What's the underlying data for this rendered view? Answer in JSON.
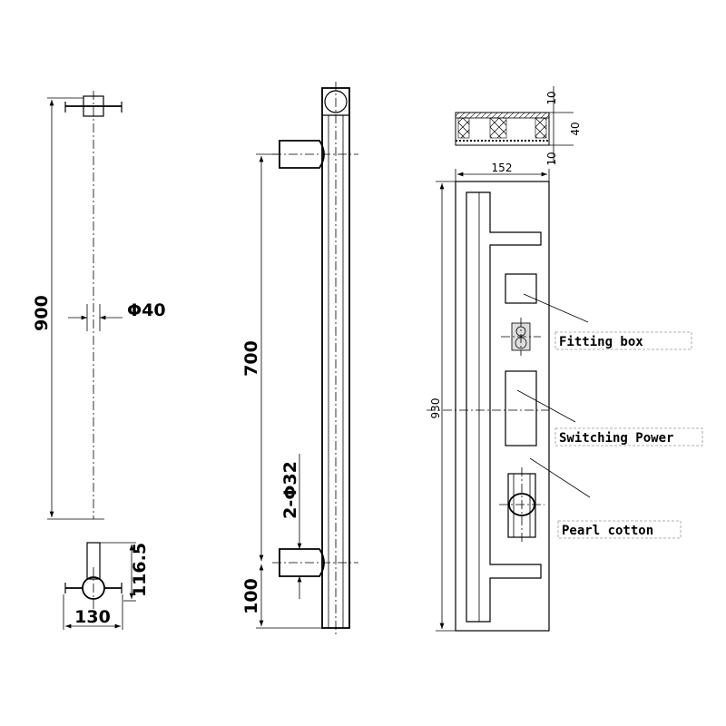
{
  "side_view": {
    "height_dim": "900",
    "diameter_dim": "Φ40",
    "depth_dim": "116.5",
    "width_dim": "130"
  },
  "front_view": {
    "spacing_dim": "700",
    "bracket_dim": "2-Φ32",
    "bottom_dim": "100"
  },
  "panel_view": {
    "thickness_top": "10",
    "thickness_mid": "40",
    "thickness_bottom": "10",
    "width_dim": "152",
    "height_dim": "930",
    "labels": [
      "Fitting box",
      "Switching Power",
      "Pearl cotton"
    ]
  }
}
